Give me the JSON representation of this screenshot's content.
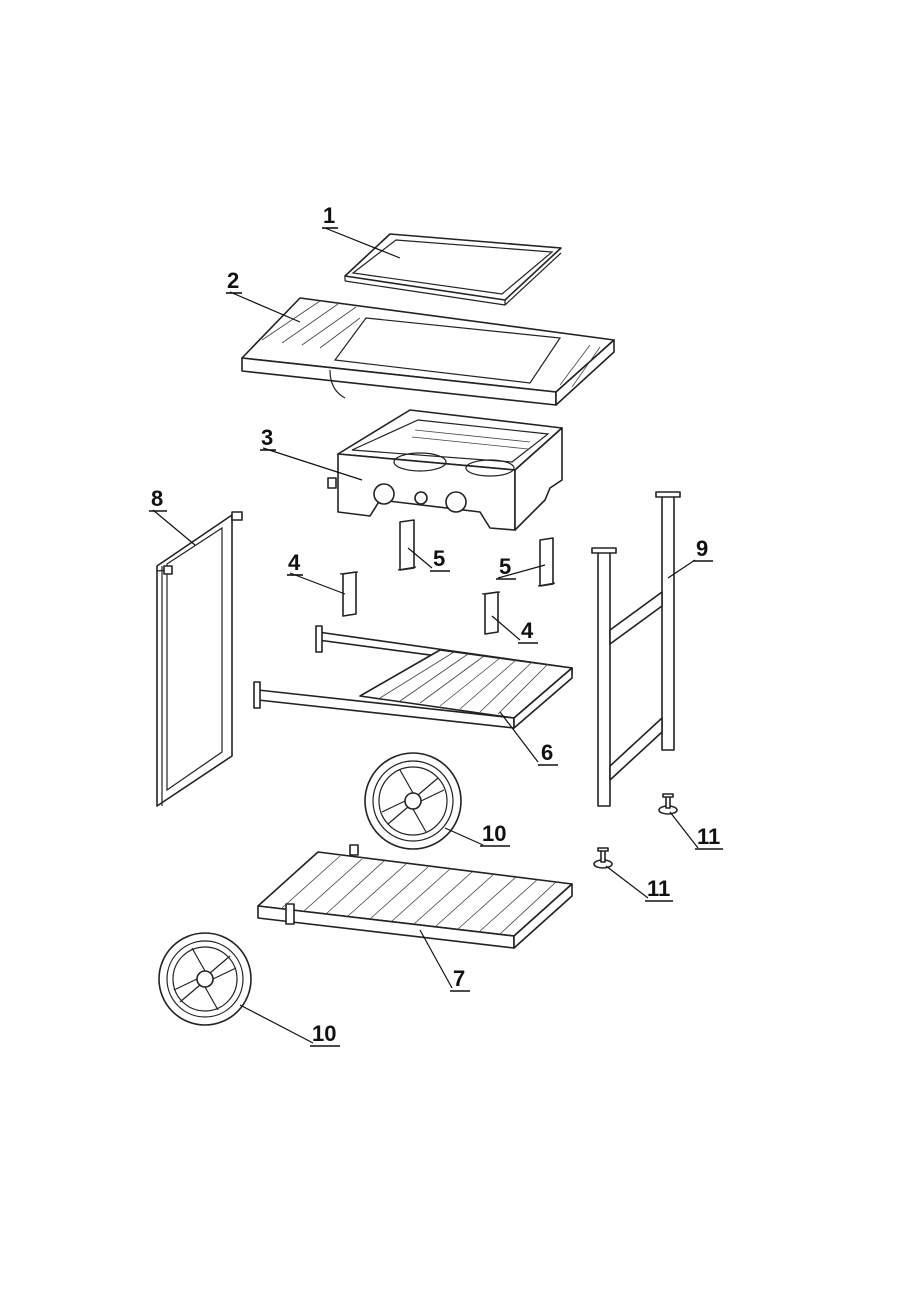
{
  "diagram": {
    "type": "exploded parts view",
    "callouts": [
      {
        "id": "c1",
        "label": "1"
      },
      {
        "id": "c2",
        "label": "2"
      },
      {
        "id": "c3",
        "label": "3"
      },
      {
        "id": "c4a",
        "label": "4"
      },
      {
        "id": "c4b",
        "label": "4"
      },
      {
        "id": "c5a",
        "label": "5"
      },
      {
        "id": "c5b",
        "label": "5"
      },
      {
        "id": "c6",
        "label": "6"
      },
      {
        "id": "c7",
        "label": "7"
      },
      {
        "id": "c8",
        "label": "8"
      },
      {
        "id": "c9",
        "label": "9"
      },
      {
        "id": "c10a",
        "label": "10"
      },
      {
        "id": "c10b",
        "label": "10"
      },
      {
        "id": "c11a",
        "label": "11"
      },
      {
        "id": "c11b",
        "label": "11"
      }
    ]
  }
}
